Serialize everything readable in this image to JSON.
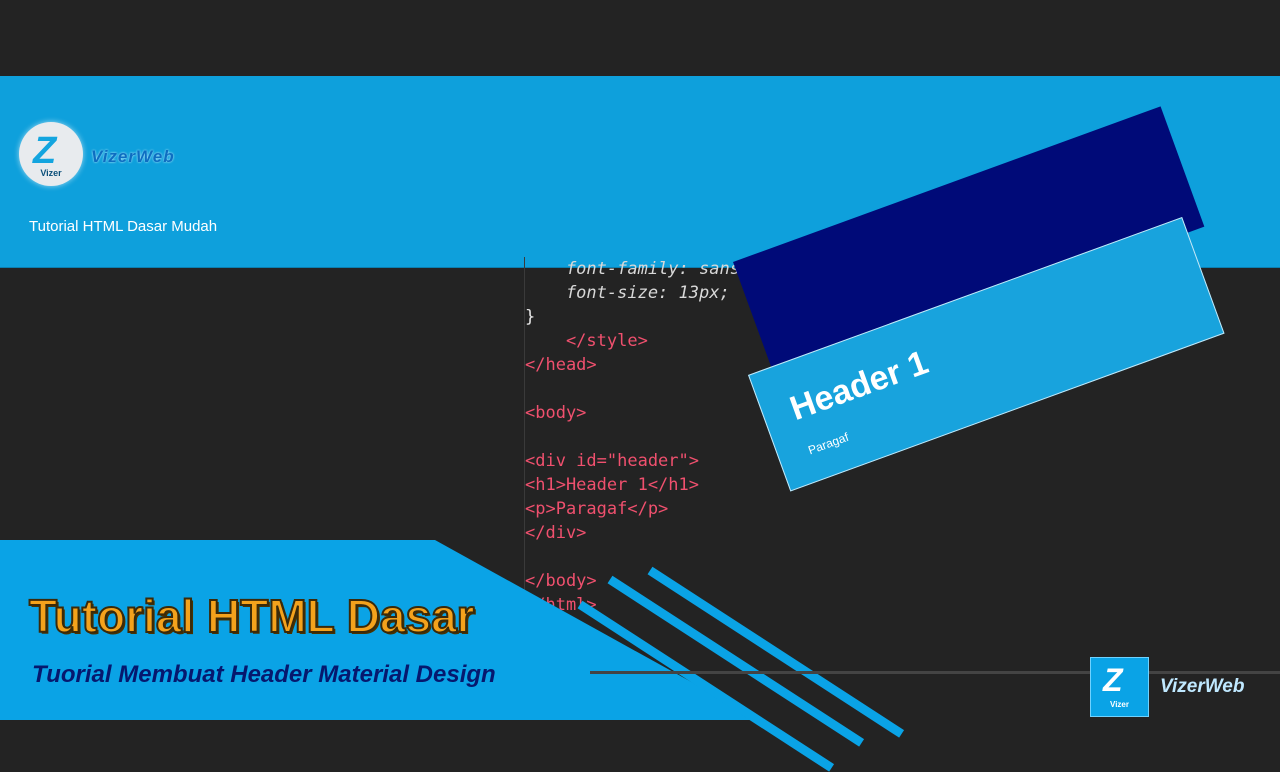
{
  "header": {
    "logo_mark": "Z",
    "logo_sub": "Vizer",
    "brand": "VizerWeb",
    "tagline": "Tutorial HTML Dasar Mudah"
  },
  "code_lines": [
    "    font-family: sans-serif;",
    "    font-size: 13px;",
    "}",
    "    </style>",
    "</head>",
    "",
    "<body>",
    "",
    "<div id=\"header\">",
    "<h1>Header 1</h1>",
    "<p>Paragaf</p>",
    "</div>",
    "",
    "</body>",
    "</html>"
  ],
  "demo": {
    "heading": "Header 1",
    "paragraph": "Paragaf"
  },
  "banner": {
    "title": "Tutorial HTML Dasar",
    "subtitle": "Tuorial Membuat Header Material Design"
  },
  "corner": {
    "logo_mark": "Z",
    "logo_sub": "Vizer",
    "brand": "VizerWeb"
  },
  "colors": {
    "accent": "#0ea0dc",
    "title": "#f4a21c",
    "subtitle": "#06186e",
    "background": "#232323"
  }
}
